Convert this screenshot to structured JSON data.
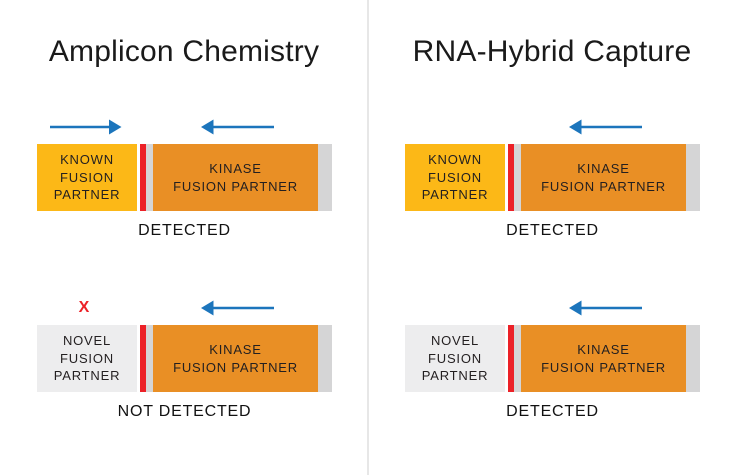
{
  "colors": {
    "background": "#ffffff",
    "box_yellow": "#fcb817",
    "box_orange": "#e98f25",
    "box_novel_gray": "#ededee",
    "stripe_red": "#ec2127",
    "stripe_gray": "#d5d5d6",
    "arrow_blue": "#1c75bc",
    "divider_gray": "#e7e7e7",
    "text_dark": "#231f20",
    "heading_text": "#1a1a1a",
    "status_text": "#121212"
  },
  "diagram": {
    "columns": [
      {
        "title": "Amplicon Chemistry",
        "cases": [
          {
            "partner_box": {
              "label_lines": [
                "KNOWN",
                "FUSION",
                "PARTNER"
              ],
              "style": "known"
            },
            "kinase_box": {
              "label_lines": [
                "KINASE",
                "FUSION PARTNER"
              ]
            },
            "left_marker": "right-arrow-icon",
            "right_marker": "left-arrow-icon",
            "status": "DETECTED"
          },
          {
            "partner_box": {
              "label_lines": [
                "NOVEL",
                "FUSION",
                "PARTNER"
              ],
              "style": "novel"
            },
            "kinase_box": {
              "label_lines": [
                "KINASE",
                "FUSION PARTNER"
              ]
            },
            "left_marker": "x-icon",
            "x_glyph": "X",
            "right_marker": "left-arrow-icon",
            "status": "NOT DETECTED"
          }
        ]
      },
      {
        "title": "RNA-Hybrid Capture",
        "cases": [
          {
            "partner_box": {
              "label_lines": [
                "KNOWN",
                "FUSION",
                "PARTNER"
              ],
              "style": "known"
            },
            "kinase_box": {
              "label_lines": [
                "KINASE",
                "FUSION PARTNER"
              ]
            },
            "left_marker": "none",
            "right_marker": "left-arrow-icon",
            "status": "DETECTED"
          },
          {
            "partner_box": {
              "label_lines": [
                "NOVEL",
                "FUSION",
                "PARTNER"
              ],
              "style": "novel"
            },
            "kinase_box": {
              "label_lines": [
                "KINASE",
                "FUSION PARTNER"
              ]
            },
            "left_marker": "none",
            "right_marker": "left-arrow-icon",
            "status": "DETECTED"
          }
        ]
      }
    ]
  }
}
